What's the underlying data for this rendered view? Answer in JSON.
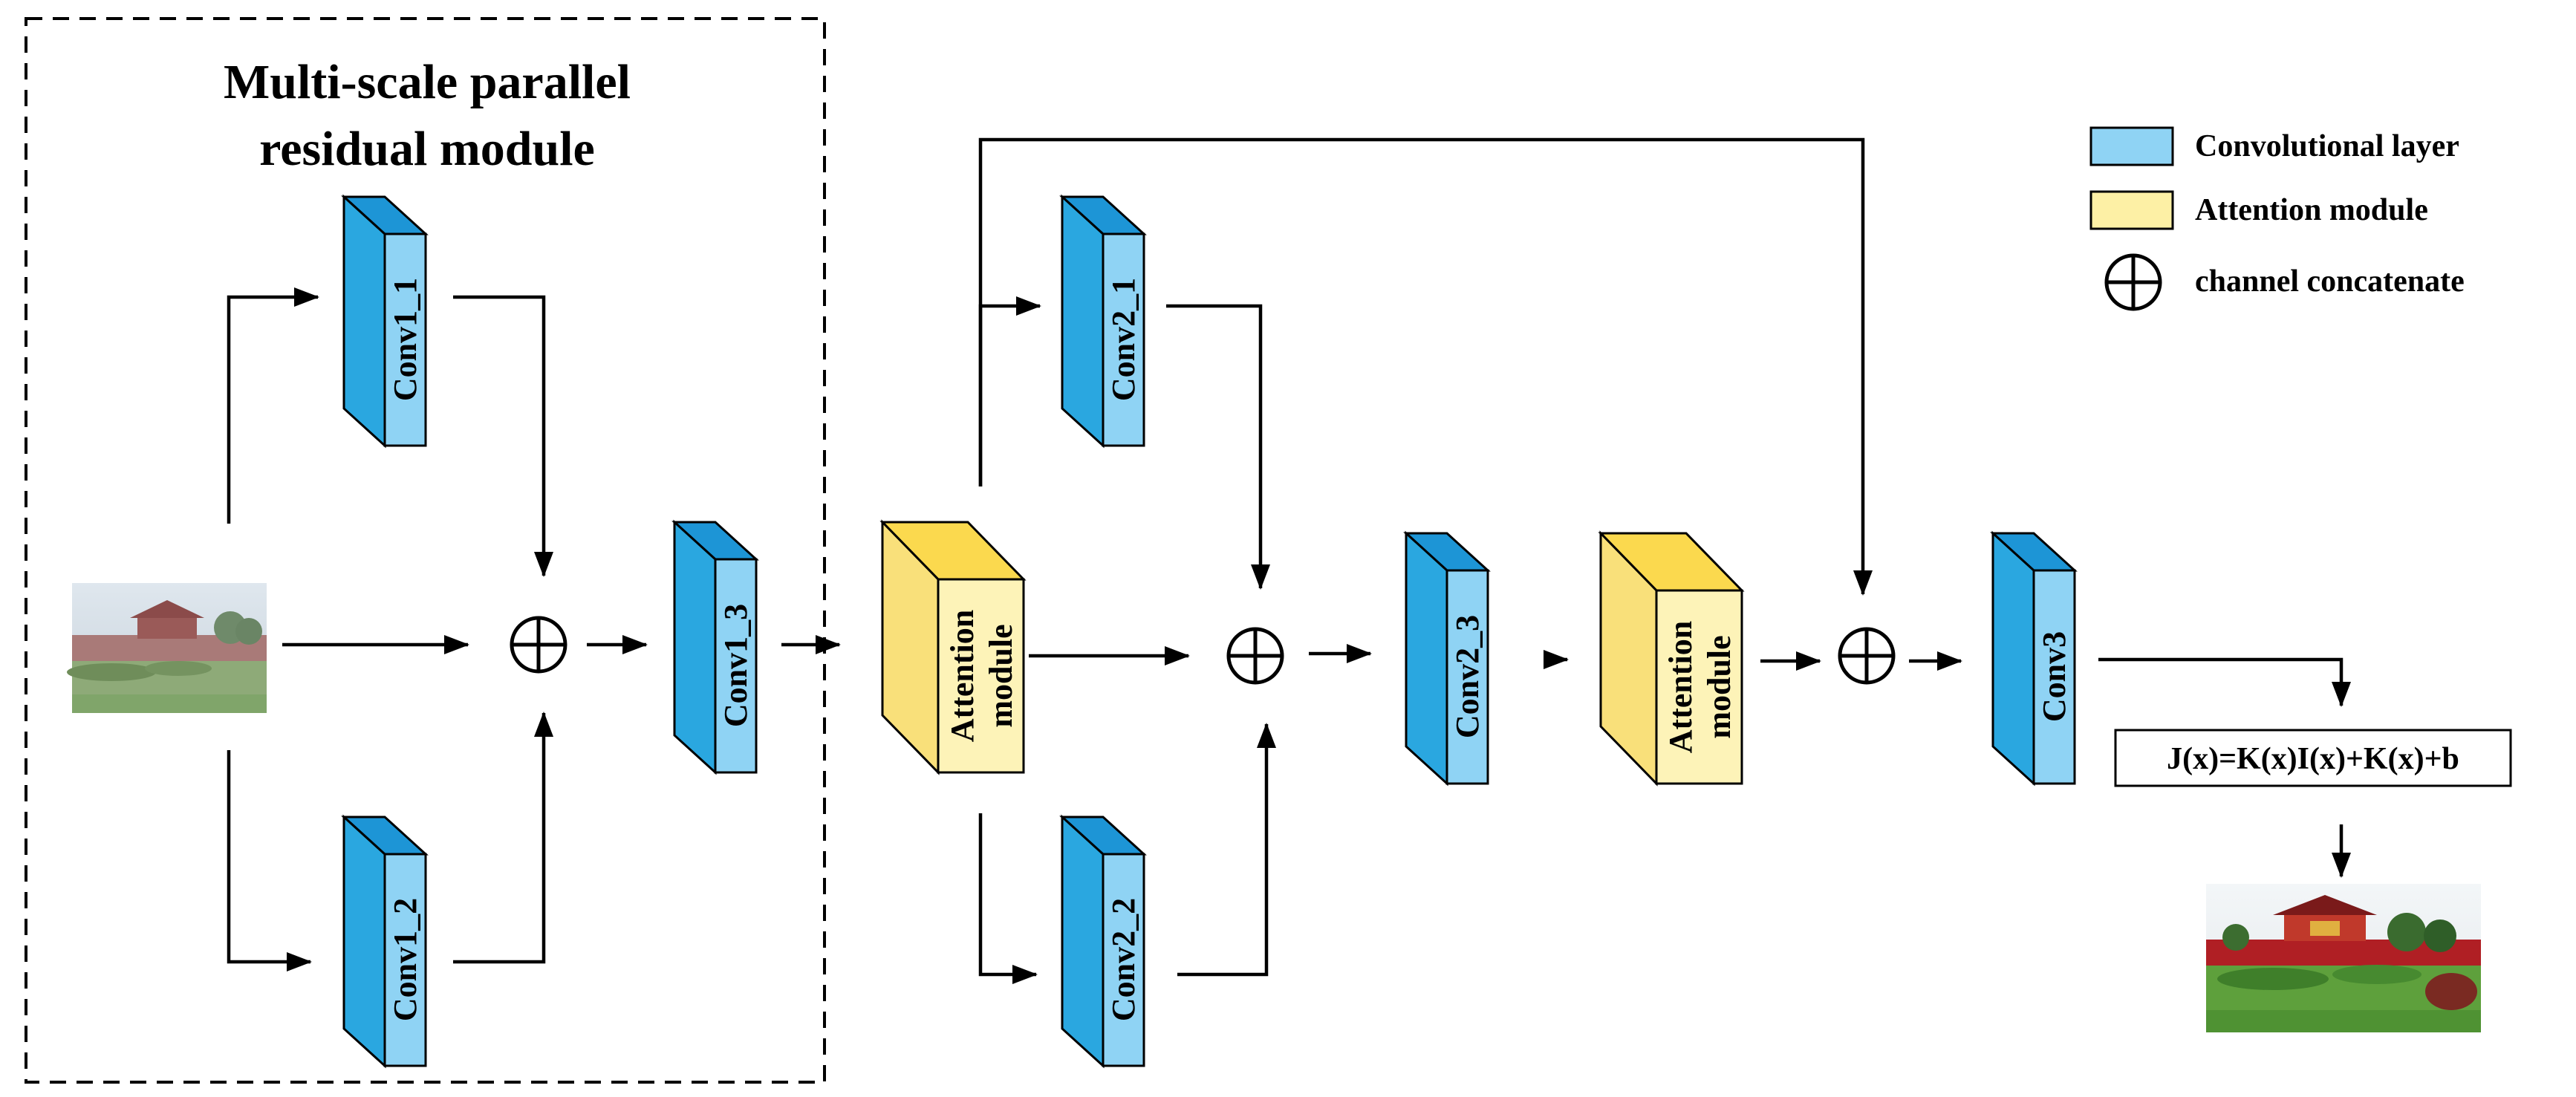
{
  "title": {
    "line1": "Multi-scale parallel",
    "line2": "residual module"
  },
  "legend": {
    "conv_label": "Convolutional layer",
    "attention_label": "Attention module",
    "concat_label": "channel concatenate"
  },
  "blocks": {
    "conv1_1": "Conv1_1",
    "conv1_2": "Conv1_2",
    "conv1_3": "Conv1_3",
    "conv2_1": "Conv2_1",
    "conv2_2": "Conv2_2",
    "conv2_3": "Conv2_3",
    "conv3": "Conv3",
    "attention1_line1": "Attention",
    "attention1_line2": "module",
    "attention2_line1": "Attention",
    "attention2_line2": "module"
  },
  "formula": "J(x)=K(x)I(x)+K(x)+b",
  "colors": {
    "conv_front": "#8fd3f4",
    "conv_side": "#2aa7e0",
    "conv_top": "#1d95d6",
    "attention_front": "#fdf3b8",
    "attention_side": "#f9e07a",
    "attention_top": "#fbd94e"
  }
}
